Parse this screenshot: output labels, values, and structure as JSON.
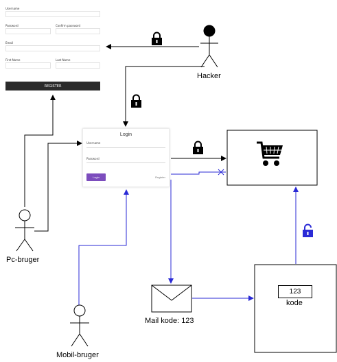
{
  "register_form": {
    "labels": [
      "Username",
      "Password",
      "Confirm password",
      "Email",
      "First Name",
      "Last Name"
    ],
    "button": "REGISTER"
  },
  "login_form": {
    "title": "Login",
    "username_label": "Username",
    "password_label": "Password",
    "button": "Login",
    "register_link": "Register"
  },
  "actors": {
    "hacker": "Hacker",
    "pc_user": "Pc-bruger",
    "mobile_user": "Mobil-bruger"
  },
  "mail": {
    "label": "Mail kode: 123"
  },
  "code_box": {
    "value": "123",
    "label": "kode"
  },
  "colors": {
    "black_edge": "#000000",
    "blue_edge": "#2a2ad6",
    "login_button": "#7c4dbd",
    "register_button": "#2b2b2b"
  },
  "icons": [
    "lock-icon",
    "shopping-cart-icon",
    "envelope-icon",
    "stick-figure-icon"
  ]
}
